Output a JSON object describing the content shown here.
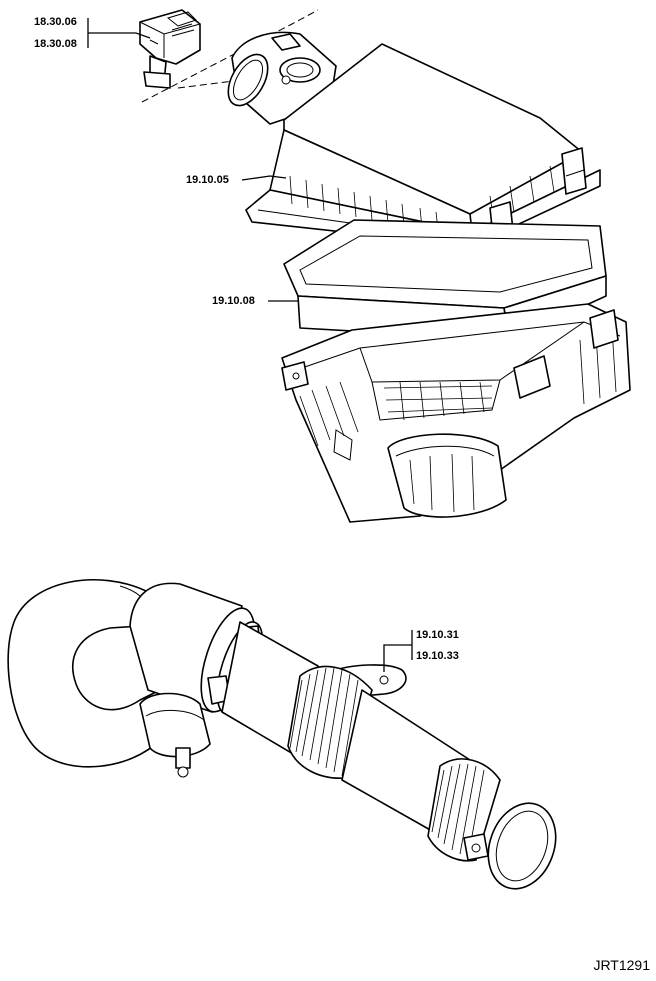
{
  "labels": {
    "mass_air_flow_sensor": [
      "18.30.06",
      "18.30.08"
    ],
    "air_cleaner_cover": "19.10.05",
    "air_filter_element": "19.10.08",
    "intake_duct": [
      "19.10.31",
      "19.10.33"
    ]
  },
  "figure_id": "JRT1291"
}
